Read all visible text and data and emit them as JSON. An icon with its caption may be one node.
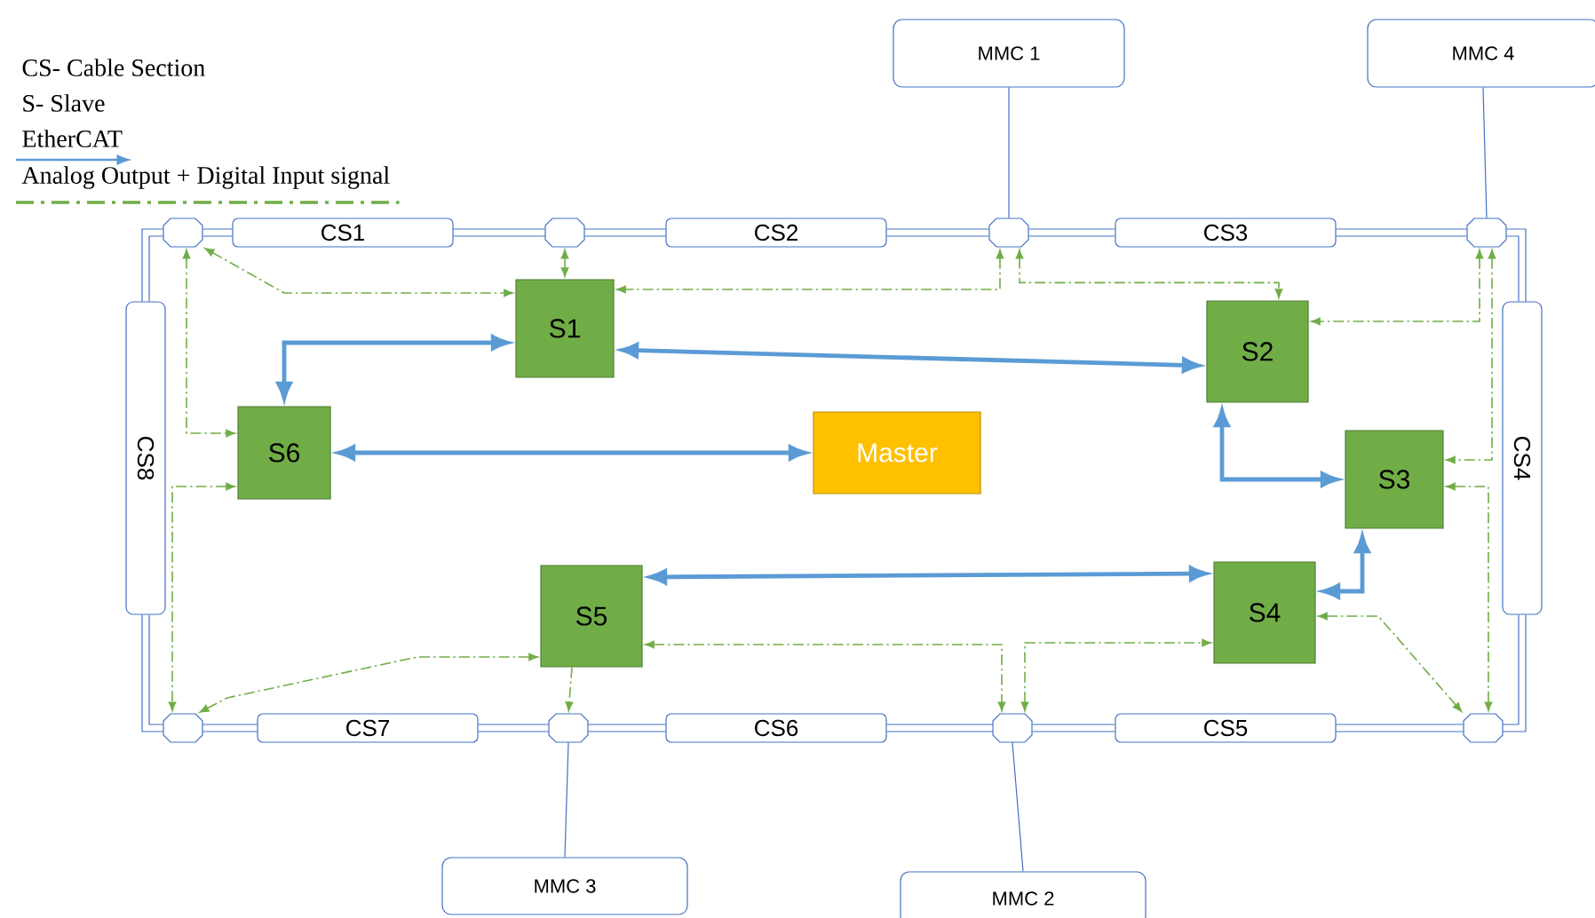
{
  "diagram": {
    "nodes": [
      {
        "text": [
          "CS1"
        ]
      },
      {
        "text": [
          "CS2"
        ]
      },
      {
        "text": [
          "CS3"
        ]
      },
      {
        "text": [
          "CS4"
        ]
      },
      {
        "text": [
          "CS5"
        ]
      },
      {
        "text": [
          "CS6"
        ]
      },
      {
        "text": [
          "CS7"
        ]
      },
      {
        "text": [
          "CS8"
        ]
      },
      {
        "text": [
          "MMC 1"
        ]
      },
      {
        "text": [
          "MMC 4"
        ]
      },
      {
        "text": [
          "MMC 3"
        ]
      },
      {
        "text": [
          "MMC 2"
        ]
      },
      {
        "text": [
          "S1"
        ]
      },
      {
        "text": [
          "S2"
        ]
      },
      {
        "text": [
          "S3"
        ]
      },
      {
        "text": [
          "S4"
        ]
      },
      {
        "text": [
          "S5"
        ]
      },
      {
        "text": [
          "S6"
        ]
      },
      {
        "text": [
          "Master"
        ]
      },
      {
        "text": [],
        "shape": "octagon"
      },
      {
        "text": [],
        "shape": "octagon"
      },
      {
        "text": [],
        "shape": "octagon"
      },
      {
        "text": [],
        "shape": "octagon"
      },
      {
        "text": [],
        "shape": "octagon"
      },
      {
        "text": [],
        "shape": "octagon"
      },
      {
        "text": [],
        "shape": "octagon"
      },
      {
        "text": [],
        "shape": "octagon"
      }
    ],
    "edges": [
      {
        "from": 17,
        "to": 12,
        "arrow": "both",
        "style": "thick",
        "color": "#5b9bd5"
      },
      {
        "from": 12,
        "to": 13,
        "arrow": "both",
        "style": "thick",
        "color": "#5b9bd5"
      },
      {
        "from": 17,
        "to": 18,
        "arrow": "both",
        "style": "thick",
        "color": "#5b9bd5"
      },
      {
        "from": 13,
        "to": 14,
        "arrow": "both",
        "style": "thick",
        "color": "#5b9bd5"
      },
      {
        "from": 14,
        "to": 15,
        "arrow": "both",
        "style": "thick",
        "color": "#5b9bd5"
      },
      {
        "from": 16,
        "to": 15,
        "arrow": "both",
        "style": "thick",
        "color": "#5b9bd5"
      },
      {
        "from": 19,
        "to": 12,
        "arrow": "both",
        "style": "dashed",
        "color": "#70ad47"
      },
      {
        "from": 20,
        "to": 12,
        "arrow": "both",
        "style": "dashed",
        "color": "#70ad47"
      },
      {
        "from": 21,
        "to": 12,
        "arrow": "both",
        "style": "dashed",
        "color": "#70ad47"
      },
      {
        "from": 21,
        "to": 13,
        "arrow": "both",
        "style": "dashed",
        "color": "#70ad47"
      },
      {
        "from": 22,
        "to": 13,
        "arrow": "both",
        "style": "dashed",
        "color": "#70ad47"
      },
      {
        "from": 22,
        "to": 14,
        "arrow": "both",
        "style": "dashed",
        "color": "#70ad47"
      },
      {
        "from": 14,
        "to": 26,
        "arrow": "both",
        "style": "dashed",
        "color": "#70ad47"
      },
      {
        "from": 15,
        "to": 26,
        "arrow": "both",
        "style": "dashed",
        "color": "#70ad47"
      },
      {
        "from": 19,
        "to": 17,
        "arrow": "both",
        "style": "dashed",
        "color": "#70ad47"
      },
      {
        "from": 17,
        "to": 23,
        "arrow": "both",
        "style": "dashed",
        "color": "#70ad47"
      },
      {
        "from": 16,
        "to": 23,
        "arrow": "both",
        "style": "dashed",
        "color": "#70ad47"
      },
      {
        "from": 16,
        "to": 24,
        "arrow": "to",
        "style": "dashed",
        "color": "#70ad47"
      },
      {
        "from": 16,
        "to": 25,
        "arrow": "both",
        "style": "dashed",
        "color": "#70ad47"
      },
      {
        "from": 25,
        "to": 15,
        "arrow": "both",
        "style": "dashed",
        "color": "#70ad47"
      },
      {
        "from": 8,
        "to": 21,
        "arrow": "none",
        "color": "#4472c4"
      },
      {
        "from": 9,
        "to": 22,
        "arrow": "none",
        "color": "#4472c4"
      },
      {
        "from": 10,
        "to": 24,
        "arrow": "none",
        "color": "#4472c4"
      },
      {
        "from": 11,
        "to": 25,
        "arrow": "none",
        "color": "#4472c4"
      },
      {
        "from": 19,
        "to": 0,
        "arrow": "none",
        "color": "#4472c4"
      },
      {
        "from": 0,
        "to": 20,
        "arrow": "none",
        "color": "#4472c4"
      },
      {
        "from": 20,
        "to": 1,
        "arrow": "none",
        "color": "#4472c4"
      },
      {
        "from": 1,
        "to": 21,
        "arrow": "none",
        "color": "#4472c4"
      },
      {
        "from": 21,
        "to": 2,
        "arrow": "none",
        "color": "#4472c4"
      },
      {
        "from": 2,
        "to": 22,
        "arrow": "none",
        "color": "#4472c4"
      },
      {
        "from": 22,
        "to": 3,
        "arrow": "none",
        "color": "#4472c4"
      },
      {
        "from": 3,
        "to": 26,
        "arrow": "none",
        "color": "#4472c4"
      },
      {
        "from": 26,
        "to": 4,
        "arrow": "none",
        "color": "#4472c4"
      },
      {
        "from": 4,
        "to": 25,
        "arrow": "none",
        "color": "#4472c4"
      },
      {
        "from": 25,
        "to": 5,
        "arrow": "none",
        "color": "#4472c4"
      },
      {
        "from": 5,
        "to": 24,
        "arrow": "none",
        "color": "#4472c4"
      },
      {
        "from": 24,
        "to": 6,
        "arrow": "none",
        "color": "#4472c4"
      },
      {
        "from": 6,
        "to": 23,
        "arrow": "none",
        "color": "#4472c4"
      },
      {
        "from": 23,
        "to": 7,
        "arrow": "none",
        "color": "#4472c4"
      },
      {
        "from": 7,
        "to": 19,
        "arrow": "none",
        "color": "#4472c4"
      }
    ],
    "labels": [
      "CS- Cable Section",
      "S- Slave"
    ],
    "legend": [
      {
        "text": "EtherCAT"
      },
      {
        "text": "Analog Output + Digital Input signal"
      }
    ]
  }
}
